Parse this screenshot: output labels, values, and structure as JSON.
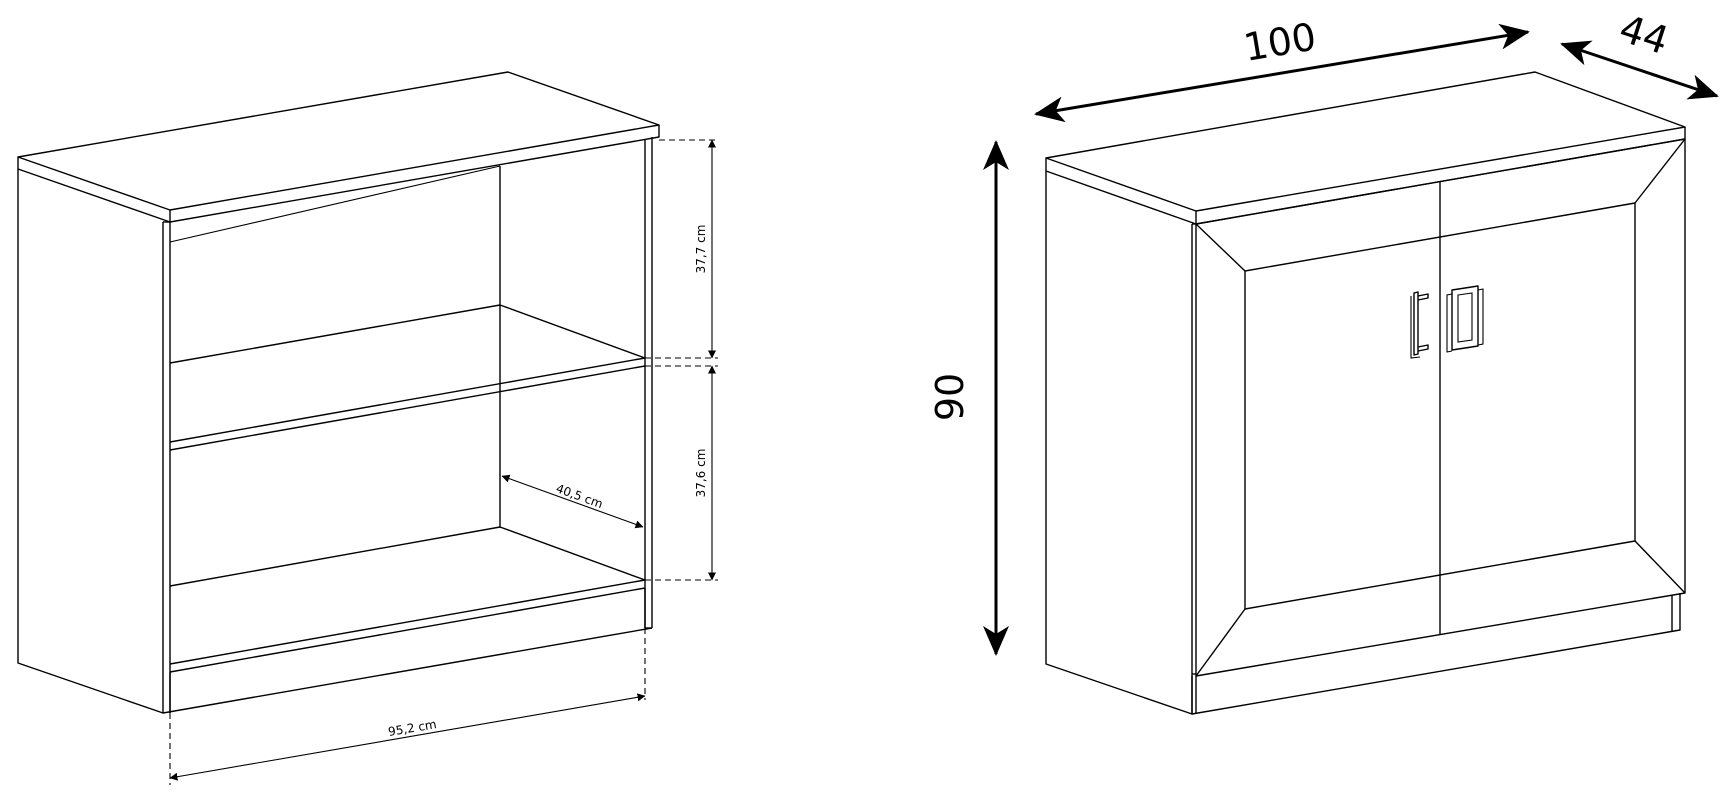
{
  "diagram": {
    "open_cabinet": {
      "dimensions": {
        "upper_shelf_height": "37,7 cm",
        "lower_shelf_height": "37,6 cm",
        "shelf_depth": "40,5 cm",
        "inner_width": "95,2 cm"
      }
    },
    "door_cabinet": {
      "dimensions": {
        "width": "100",
        "depth": "44",
        "height": "90"
      }
    }
  }
}
